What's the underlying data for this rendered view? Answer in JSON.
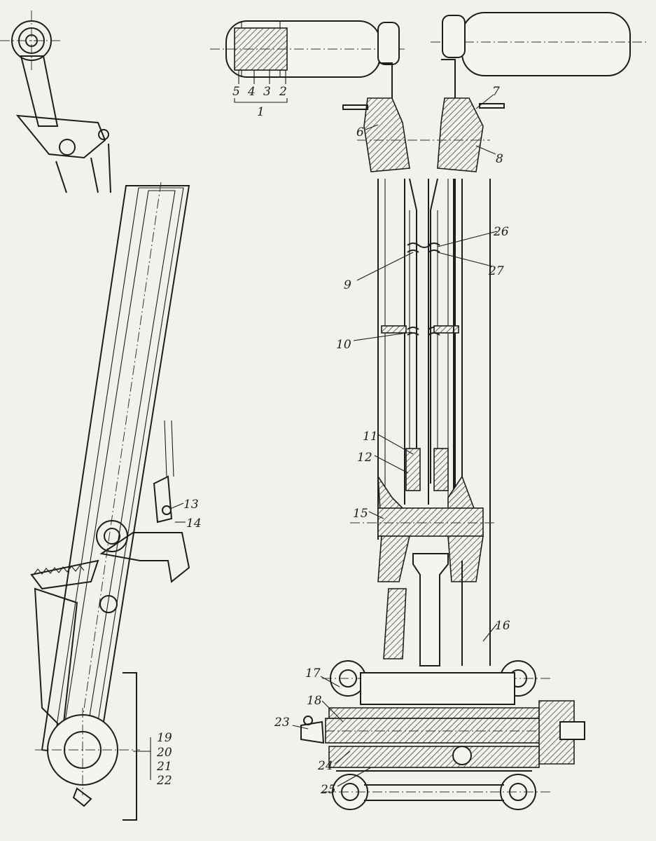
{
  "figure": {
    "labels": {
      "l1": "1",
      "l2": "2",
      "l3": "3",
      "l4": "4",
      "l5": "5",
      "l6": "6",
      "l7": "7",
      "l8": "8",
      "l9": "9",
      "l10": "10",
      "l11": "11",
      "l12": "12",
      "l13": "13",
      "l14": "14",
      "l15": "15",
      "l16": "16",
      "l17": "17",
      "l18": "18",
      "l19": "19",
      "l20": "20",
      "l21": "21",
      "l22": "22",
      "l23": "23",
      "l24": "24",
      "l25": "25",
      "l26": "26",
      "l27": "27"
    }
  }
}
